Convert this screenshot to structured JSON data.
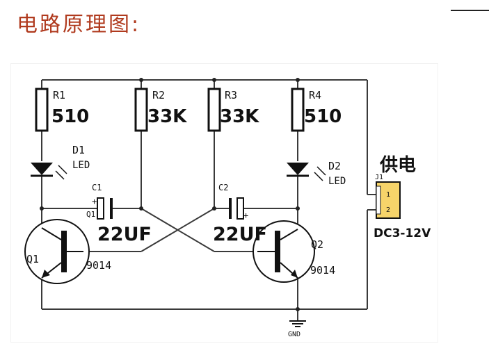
{
  "title": "电路原理图:",
  "labels": {
    "r1": "R1",
    "r1_val": "510",
    "r2": "R2",
    "r2_val": "33K",
    "r3": "R3",
    "r3_val": "33K",
    "r4": "R4",
    "r4_val": "510",
    "d1": "D1",
    "d1_type": "LED",
    "d2": "D2",
    "d2_type": "LED",
    "c1": "C1",
    "c1_plus": "+",
    "c1_val": "22UF",
    "c2": "C2",
    "c2_plus": "+",
    "c2_val": "22UF",
    "q1": "Q1",
    "q1_small": "Q1",
    "q1_type": "9014",
    "q2": "Q2",
    "q2_type": "9014",
    "j1": "J1",
    "pin1": "1",
    "pin2": "2",
    "gnd": "GND",
    "power": "供电",
    "voltage": "DC3-12V"
  },
  "colors": {
    "wire": "#3a3a3a",
    "component": "#111111",
    "connector": "#f6d46a",
    "title": "#b03a1e"
  }
}
